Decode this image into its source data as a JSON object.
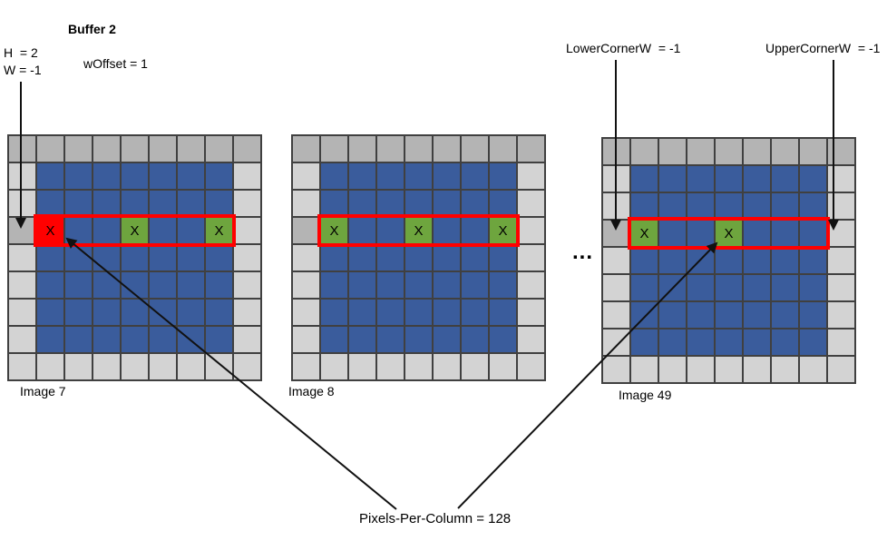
{
  "header": {
    "title": "Buffer 2",
    "h": "H  = 2",
    "w": "W = -1",
    "woffset": "wOffset = 1",
    "lower_corner": "LowerCornerW  = -1",
    "upper_corner": "UpperCornerW  = -1"
  },
  "labels": {
    "ellipsis": "...",
    "pixels_per_column": "Pixels-Per-Column = 128"
  },
  "marker": "X",
  "marked_codes": "rg",
  "colors": {
    "cell_map": {
      "d": "#b4b4b4",
      "l": "#d3d3d3",
      "b": "#3a5c9c",
      "r": "#ff0000",
      "g": "#6ea53e"
    },
    "cell_names": {
      "d": "gray-dark",
      "l": "gray-light",
      "b": "blue-interior",
      "r": "red-marked",
      "g": "green-marked"
    },
    "grid_line": "#404040",
    "highlight": "#ff0000",
    "arrow": "#111111"
  },
  "grids": [
    {
      "label": "Image 7",
      "rows": [
        "ddddddddd",
        "lbbbbbbbl",
        "lbbbbbbbl",
        "drbbgbbgl",
        "lbbbbbbbl",
        "lbbbbbbbl",
        "lbbbbbbbl",
        "lbbbbbbbl",
        "lllllllll"
      ],
      "highlight": {
        "row": 3,
        "col_start": 1,
        "col_end": 7
      }
    },
    {
      "label": "Image 8",
      "rows": [
        "ddddddddd",
        "lbbbbbbbl",
        "lbbbbbbbl",
        "dgbbgbbgl",
        "lbbbbbbbl",
        "lbbbbbbbl",
        "lbbbbbbbl",
        "lbbbbbbbl",
        "lllllllll"
      ],
      "highlight": {
        "row": 3,
        "col_start": 1,
        "col_end": 7
      }
    },
    {
      "label": "Image 49",
      "rows": [
        "ddddddddd",
        "lbbbbbbbl",
        "lbbbbbbbl",
        "dgbbgbbbl",
        "lbbbbbbbl",
        "lbbbbbbbl",
        "lbbbbbbbl",
        "lbbbbbbbl",
        "lllllllll"
      ],
      "highlight": {
        "row": 3,
        "col_start": 1,
        "col_end": 7
      }
    }
  ]
}
